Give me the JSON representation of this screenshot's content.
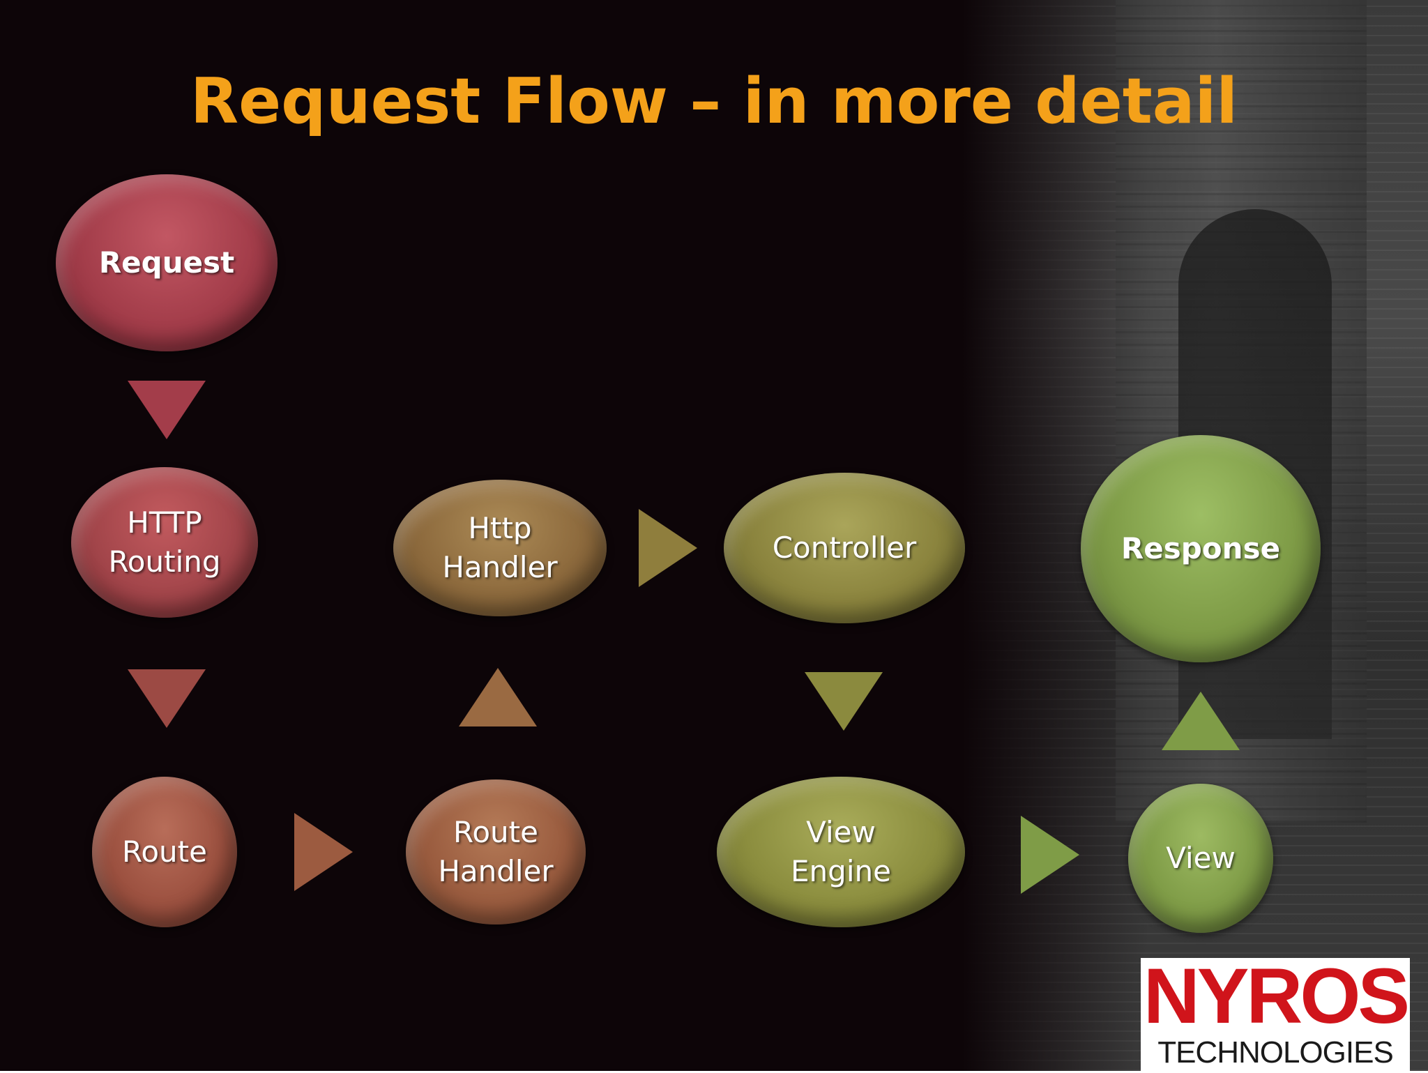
{
  "slide": {
    "title": "Request Flow – in more detail"
  },
  "nodes": {
    "request": "Request",
    "http_routing": "HTTP\nRouting",
    "route": "Route",
    "route_handler": "Route\nHandler",
    "http_handler": "Http\nHandler",
    "controller": "Controller",
    "view_engine": "View\nEngine",
    "view": "View",
    "response": "Response"
  },
  "logo": {
    "name": "NYROS",
    "tagline": "TECHNOLOGIES"
  },
  "colors": {
    "title": "#f4a11a",
    "red": "#a33d4a",
    "rust": "#9c5140",
    "brown": "#8d6a3d",
    "olive": "#8b8a3e",
    "green": "#7f9c47",
    "logo_red": "#d0141b"
  }
}
